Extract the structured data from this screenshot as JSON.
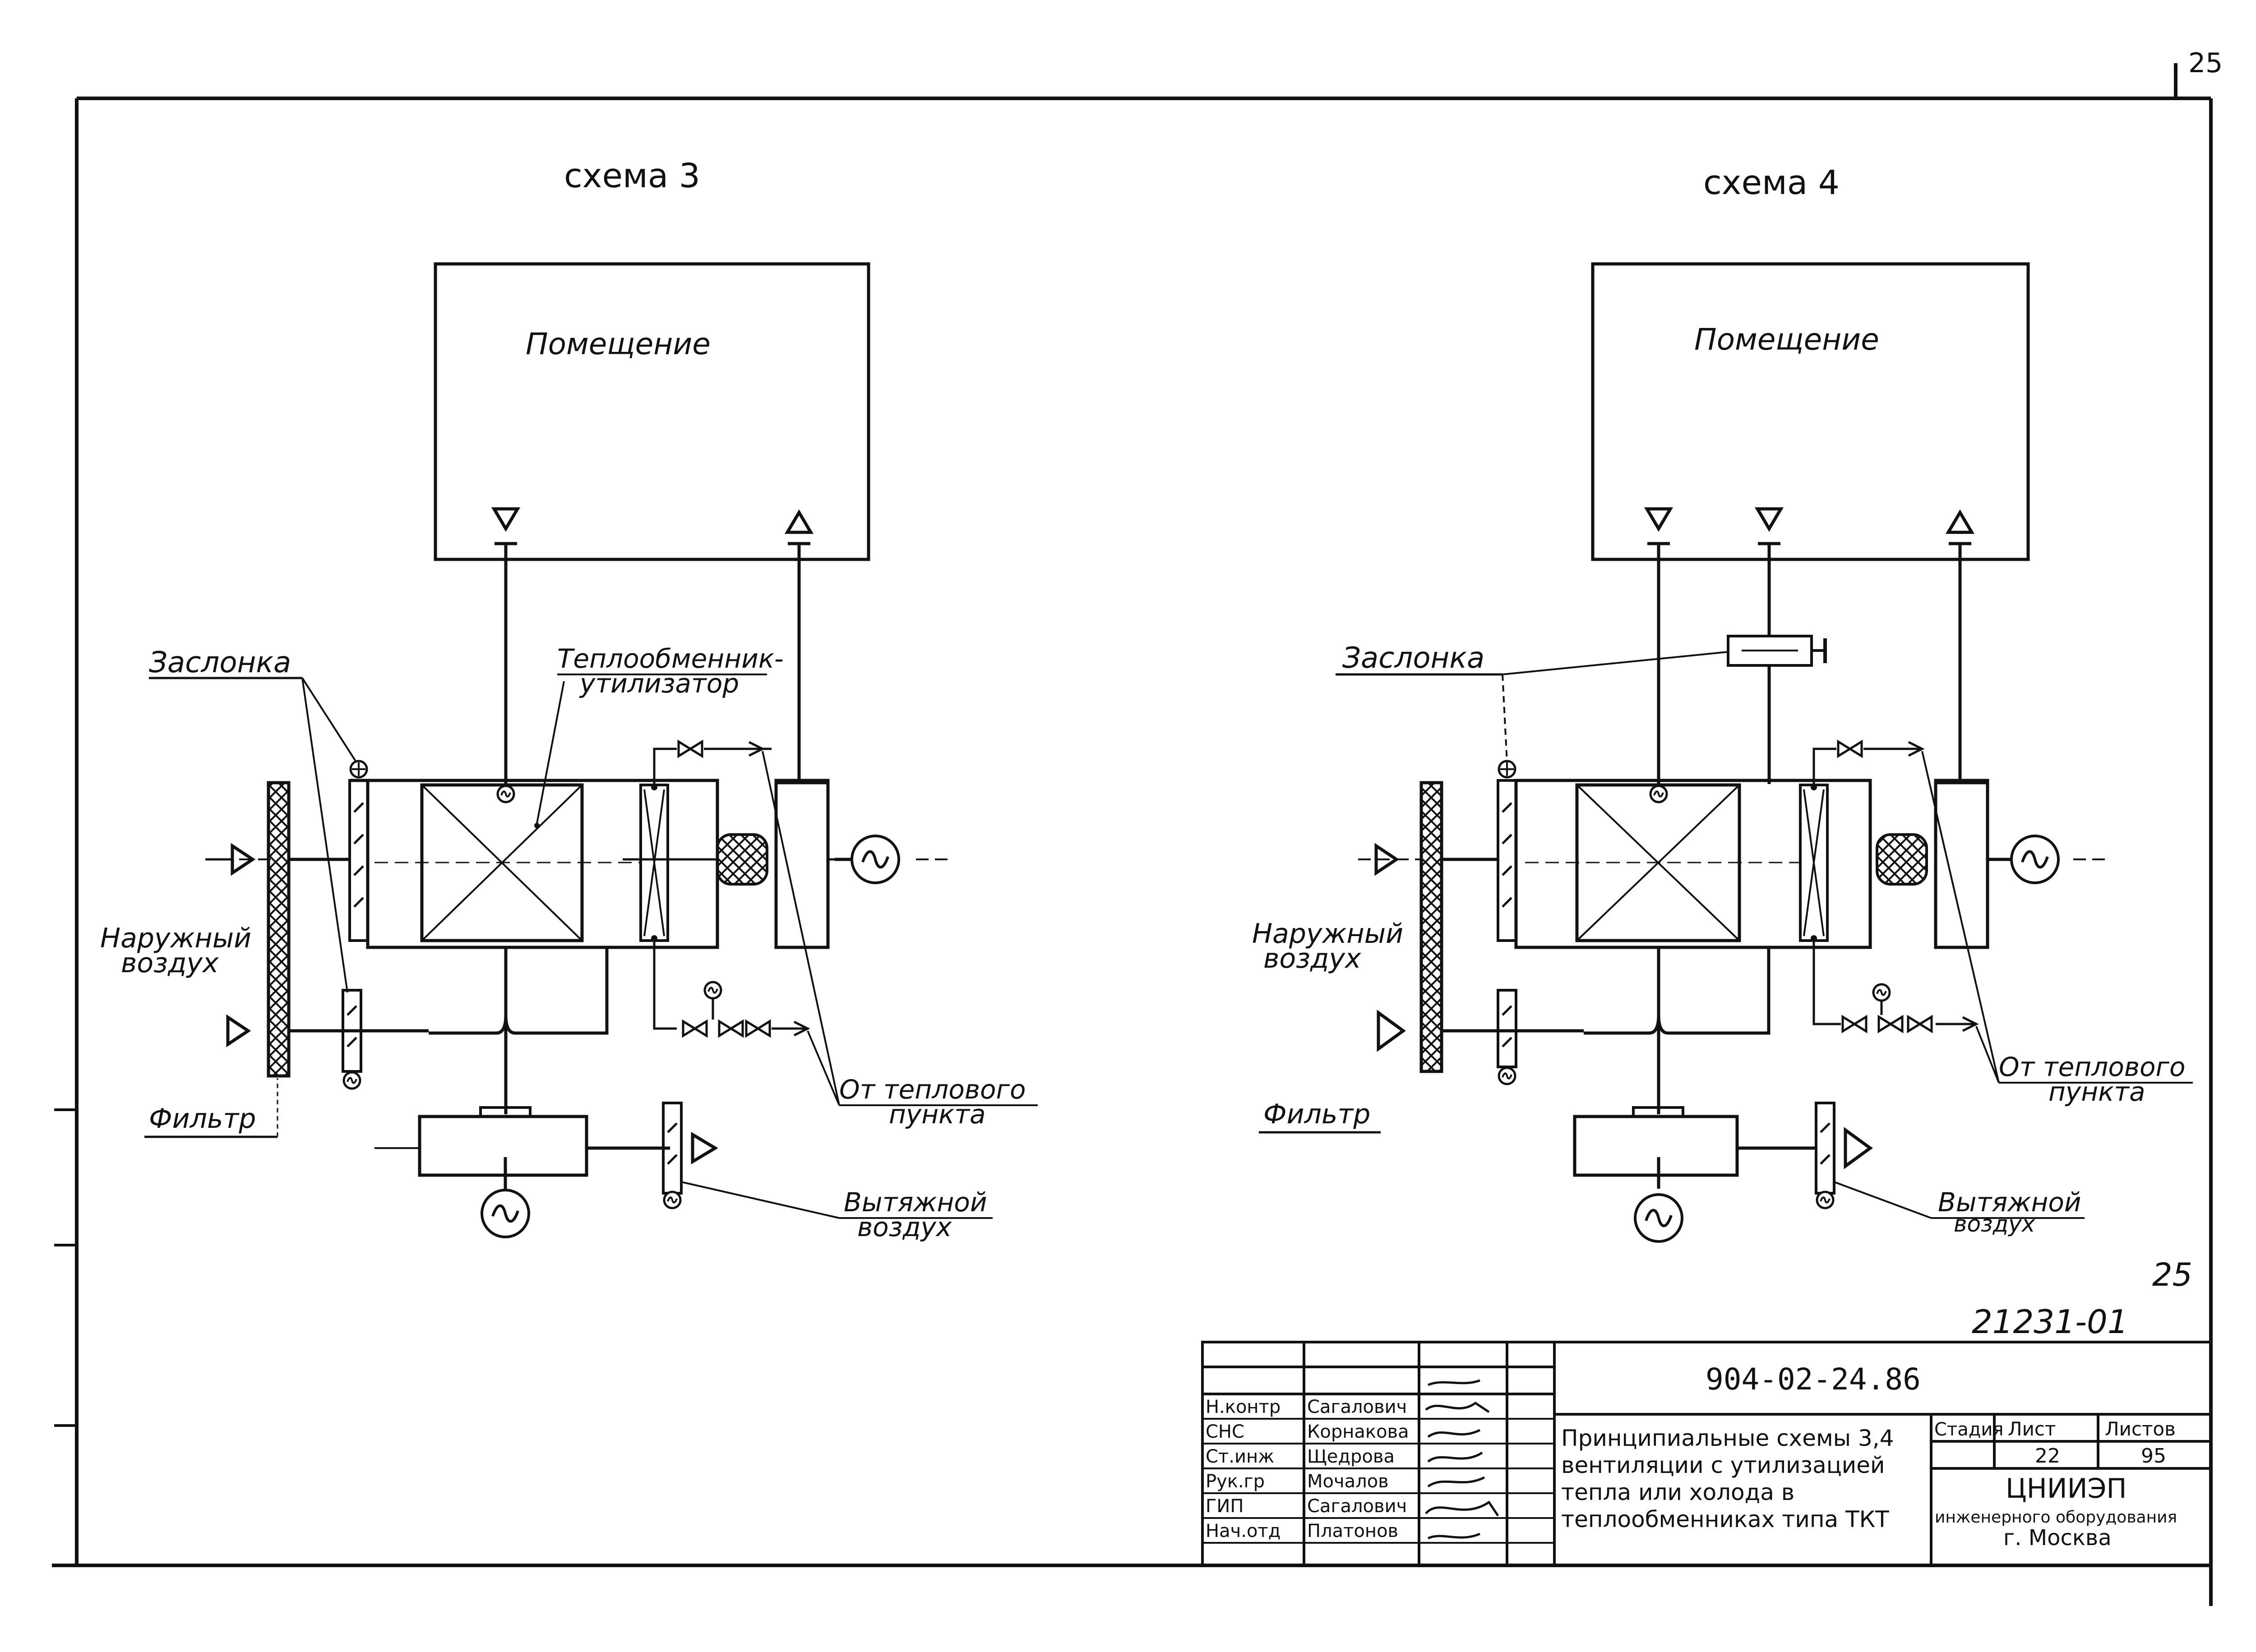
{
  "page_number_top": "25",
  "sheet_number": "25",
  "inventory_number": "21231-01",
  "schemes": [
    {
      "title": "схема 3",
      "room_label": "Помещение",
      "damper_label": "Заслонка",
      "heat_exchanger_label_line1": "Теплообменник-",
      "heat_exchanger_label_line2": "утилизатор",
      "outdoor_air_line1": "Наружный",
      "outdoor_air_line2": "воздух",
      "filter_label": "Фильтр",
      "heat_point_line1": "От теплового",
      "heat_point_line2": "пункта",
      "exhaust_air_line1": "Вытяжной",
      "exhaust_air_line2": "воздух"
    },
    {
      "title": "схема 4",
      "room_label": "Помещение",
      "damper_label": "Заслонка",
      "outdoor_air_line1": "Наружный",
      "outdoor_air_line2": "воздух",
      "filter_label": "Фильтр",
      "heat_point_line1": "От теплового",
      "heat_point_line2": "пункта",
      "exhaust_air_line1": "Вытяжной",
      "exhaust_air_line2": "воздух"
    }
  ],
  "title_block": {
    "doc_code": "904-02-24.86",
    "roles": [
      "Н.контр",
      "СНС",
      "Ст.инж",
      "Рук.гр",
      "ГИП",
      "Нач.отд"
    ],
    "names": [
      "Сагалович",
      "Корнакова",
      "Щедрова",
      "Мочалов",
      "Сагалович",
      "Платонов"
    ],
    "title_lines": [
      "Принципиальные схемы 3,4",
      "вентиляции с утилизацией",
      "тепла или холода в",
      "теплообменниках типа ТКТ"
    ],
    "stage_header": "Стадия",
    "sheet_header": "Лист",
    "sheets_header": "Листов",
    "sheet_value": "22",
    "sheets_value": "95",
    "org_line1": "ЦНИИЭП",
    "org_line2": "инженерного оборудования",
    "org_line3": "г. Москва"
  }
}
